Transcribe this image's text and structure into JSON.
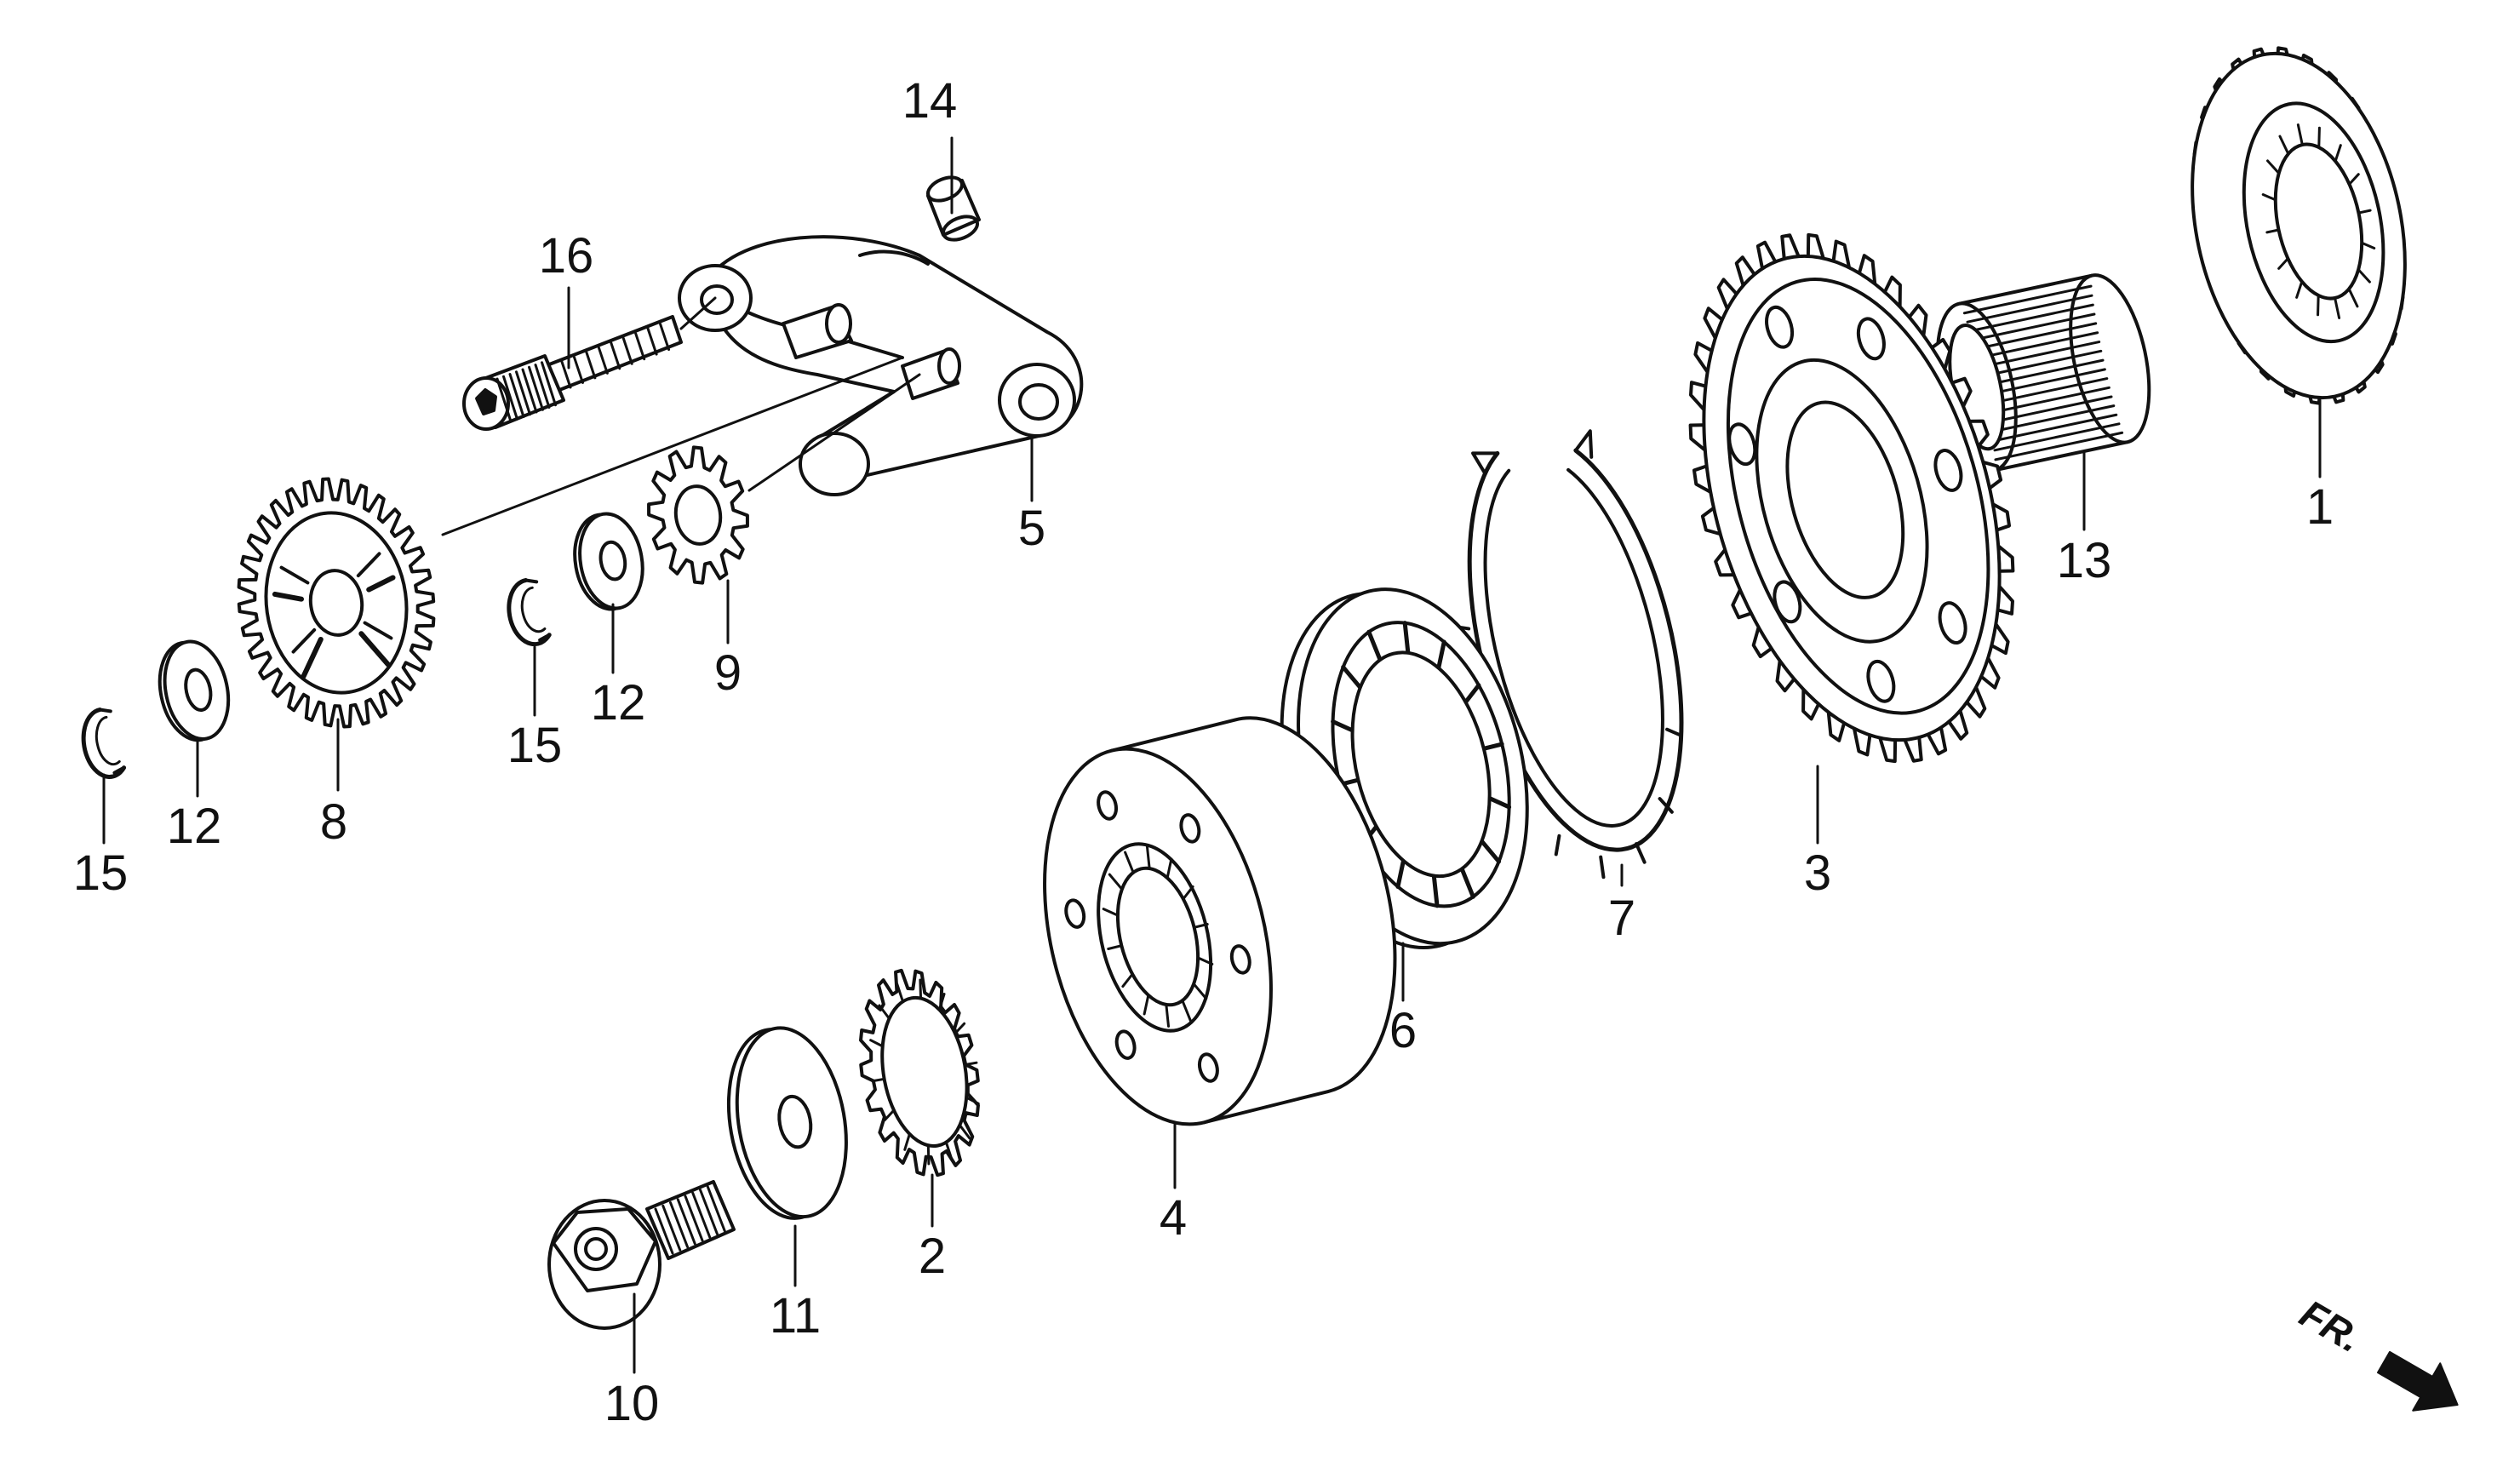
{
  "diagram": {
    "callouts": [
      {
        "id": "c1",
        "text": "1"
      },
      {
        "id": "c2",
        "text": "2"
      },
      {
        "id": "c3",
        "text": "3"
      },
      {
        "id": "c4",
        "text": "4"
      },
      {
        "id": "c5",
        "text": "5"
      },
      {
        "id": "c6",
        "text": "6"
      },
      {
        "id": "c7",
        "text": "7"
      },
      {
        "id": "c8",
        "text": "8"
      },
      {
        "id": "c9",
        "text": "9"
      },
      {
        "id": "c10",
        "text": "10"
      },
      {
        "id": "c11",
        "text": "11"
      },
      {
        "id": "c12a",
        "text": "12"
      },
      {
        "id": "c12b",
        "text": "12"
      },
      {
        "id": "c13",
        "text": "13"
      },
      {
        "id": "c14",
        "text": "14"
      },
      {
        "id": "c15a",
        "text": "15"
      },
      {
        "id": "c15b",
        "text": "15"
      },
      {
        "id": "c16",
        "text": "16"
      }
    ],
    "direction_marker": {
      "text": "FR.",
      "icon": "arrow-right-down-icon"
    },
    "colors": {
      "ink": "#111111",
      "paper": "#ffffff"
    }
  }
}
